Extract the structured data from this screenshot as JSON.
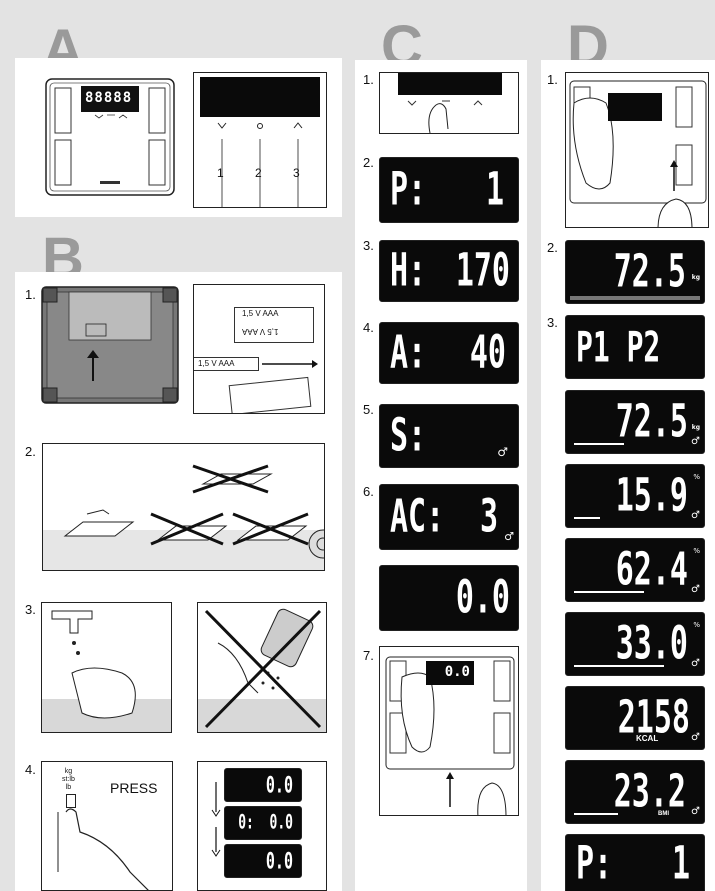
{
  "sections": {
    "A": "A",
    "B": "B",
    "C": "C",
    "D": "D"
  },
  "section_a": {
    "display_digits": "88888",
    "button_numbers": [
      "1",
      "2",
      "3"
    ]
  },
  "section_b": {
    "steps": [
      "1.",
      "2.",
      "3.",
      "4."
    ],
    "battery_label": "1,5 V AAA",
    "press_label": "PRESS",
    "unit_switch": [
      "kg",
      "st:lb",
      "lb"
    ],
    "unit_displays": [
      "0.0",
      "0:  0.0",
      "0.0"
    ]
  },
  "section_c": {
    "steps": [
      "1.",
      "2.",
      "3.",
      "4.",
      "5.",
      "6.",
      "",
      "7."
    ],
    "displays": [
      {
        "left": "P:",
        "right": "1"
      },
      {
        "left": "H:",
        "right": "170"
      },
      {
        "left": "A:",
        "right": "40"
      },
      {
        "left": "S:",
        "right": ""
      },
      {
        "left": "AC:",
        "right": "3"
      },
      {
        "left": "",
        "right": "0.0"
      }
    ],
    "step7_display": "0.0"
  },
  "section_d": {
    "steps": [
      "1.",
      "2.",
      "3."
    ],
    "weight": "72.5",
    "weight_unit": "kg",
    "users_display": "P1 P2",
    "results": [
      {
        "value": "72.5",
        "unit": "kg"
      },
      {
        "value": "15.9",
        "unit": "%"
      },
      {
        "value": "62.4",
        "unit": "%"
      },
      {
        "value": "33.0",
        "unit": "%"
      },
      {
        "value": "2158",
        "label": "KCAL"
      },
      {
        "value": "23.2",
        "label": "BMI"
      },
      {
        "left": "P:",
        "value": "1"
      }
    ]
  }
}
